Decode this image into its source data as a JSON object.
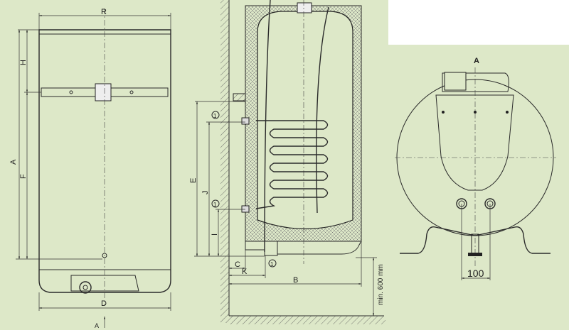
{
  "colors": {
    "background": "#dde8c8",
    "line": "#2a2a2a",
    "blank_area": "#ffffff"
  },
  "front_view": {
    "dimensions": {
      "R": "R",
      "H": "H",
      "A": "A",
      "F": "F",
      "D": "D"
    },
    "view_marker": "A"
  },
  "section_view": {
    "dimensions": {
      "E": "E",
      "J": "J",
      "I": "I",
      "C": "C",
      "K": "K",
      "B": "B"
    },
    "clearance": "min. 600 mm",
    "callout": "1"
  },
  "top_view": {
    "title": "A",
    "spacing": "100"
  }
}
